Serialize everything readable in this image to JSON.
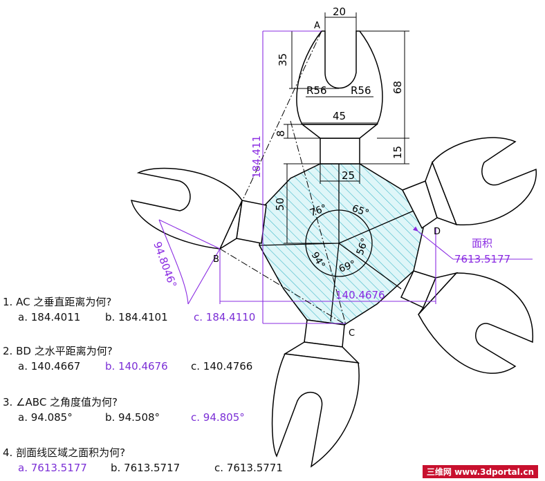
{
  "labels": {
    "A": "A",
    "B": "B",
    "C": "C",
    "D": "D"
  },
  "dimensions": {
    "d20": "20",
    "d35": "35",
    "d68": "68",
    "dR56a": "R56",
    "dR56b": "R56",
    "d45": "45",
    "d8": "8",
    "d15": "15",
    "d25": "25",
    "d50": "50",
    "vert": "184.411",
    "horiz": "140.4676",
    "angle": "94.8046°",
    "a76": "76°",
    "a65": "65°",
    "a56": "56°",
    "a69": "69°",
    "a94": "94°"
  },
  "area": {
    "label": "面积",
    "value": "7613.5177"
  },
  "questions": [
    {
      "text": "1. AC 之垂直距离为何?",
      "options": [
        "a. 184.4011",
        "b. 184.4101",
        "c. 184.4110"
      ],
      "correct": 2
    },
    {
      "text": "2. BD 之水平距离为何?",
      "options": [
        "a. 140.4667",
        "b. 140.4676",
        "c. 140.4766"
      ],
      "correct": 1
    },
    {
      "text": "3. ∠ABC 之角度值为何?",
      "options": [
        "a. 94.085°",
        "b. 94.508°",
        "c. 94.805°"
      ],
      "correct": 2
    },
    {
      "text": "4. 剖面线区域之面积为何?",
      "options": [
        "a. 7613.5177",
        "b. 7613.5717",
        "c. 7613.5771"
      ],
      "correct": 0
    }
  ],
  "watermark": "三维网 www.3dportal.cn",
  "colors": {
    "hatch": "#3fb8c9",
    "accent": "#8a2be2",
    "line": "#000000"
  }
}
